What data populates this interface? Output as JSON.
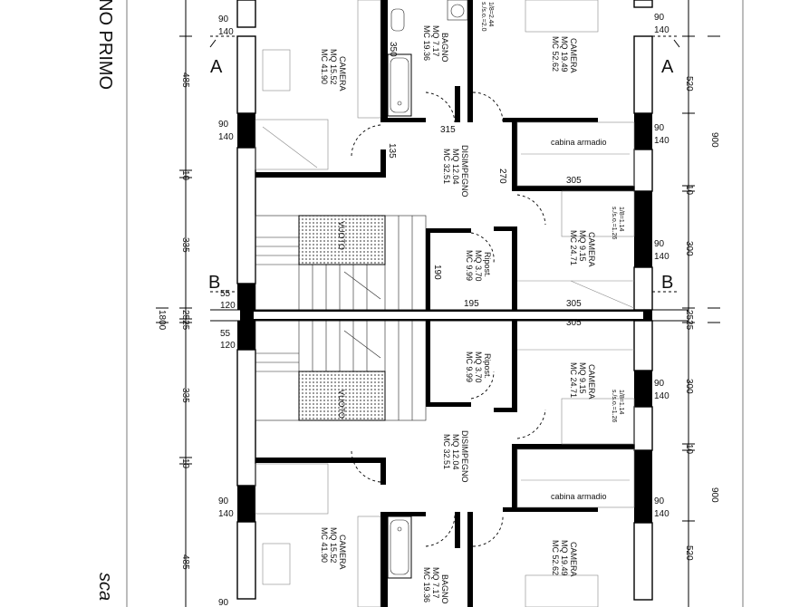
{
  "title_top": "NO PRIMO",
  "title_bottom": "sca",
  "section_a": "A",
  "section_b": "B",
  "rooms": {
    "camera_l_top": {
      "name": "CAMERA",
      "mq": "MQ 15.52",
      "mc": "MC 41.90"
    },
    "camera_l_bot": {
      "name": "CAMERA",
      "mq": "MQ 15.52",
      "mc": "MC 41.90"
    },
    "bagno_top": {
      "name": "BAGNO",
      "mq": "MQ 7.17",
      "mc": "MC 19.36"
    },
    "bagno_bot": {
      "name": "BAGNO",
      "mq": "MQ 7.17",
      "mc": "MC 19.36"
    },
    "camera_r1_top": {
      "name": "CAMERA",
      "mq": "MQ 19.49",
      "mc": "MC 52.62"
    },
    "camera_r1_bot": {
      "name": "CAMERA",
      "mq": "MQ 19.49",
      "mc": "MC 52.62"
    },
    "camera_r2_top": {
      "name": "CAMERA",
      "mq": "MQ 9.15",
      "mc": "MC 24.71"
    },
    "camera_r2_bot": {
      "name": "CAMERA",
      "mq": "MQ 9.15",
      "mc": "MC 24.71"
    },
    "disimpegno_top": {
      "name": "DISIMPEGNO",
      "mq": "MQ 12.04",
      "mc": "MC 32.51"
    },
    "disimpegno_bot": {
      "name": "DISIMPEGNO",
      "mq": "MQ 12.04",
      "mc": "MC 32.51"
    },
    "ripost_top": {
      "name": "Ripost.",
      "mq": "MQ 3.70",
      "mc": "MC 9.99"
    },
    "ripost_bot": {
      "name": "Ripost.",
      "mq": "MQ 3.70",
      "mc": "MC 9.99"
    },
    "cabina_top": "cabina armadio",
    "cabina_bot": "cabina armadio",
    "vuoto_top": "VUOTO",
    "vuoto_bot": "VUOTO"
  },
  "left_dims": {
    "d485a": "485",
    "d10a": "10",
    "d335a": "335",
    "d1800": "1800",
    "d2525l": "2525",
    "d335b": "335",
    "d10b": "10",
    "d485b": "485"
  },
  "right_dims": {
    "d520a": "520",
    "d900a": "900",
    "d10a": "10",
    "d300a": "300",
    "d2525r": "2525",
    "d300b": "300",
    "d10b": "10",
    "d900b": "900",
    "d520b": "520"
  },
  "window_dims": {
    "w90": "90",
    "w140": "140",
    "w55": "55",
    "w120": "120"
  },
  "inner_dims": {
    "d350": "350",
    "d315": "315",
    "d135": "135",
    "d270": "270",
    "d305a": "305",
    "d305b": "305",
    "d305c": "305",
    "d190": "190",
    "d195": "195"
  },
  "annotations": {
    "s1": "s./s.o.=1.26",
    "s1b": "1/8=1.14",
    "s2": "s./s.o.=1.26",
    "s2b": "1/8=1.14",
    "s3": "s./s.o.=2.0",
    "s3b": "1/8=2.44"
  }
}
